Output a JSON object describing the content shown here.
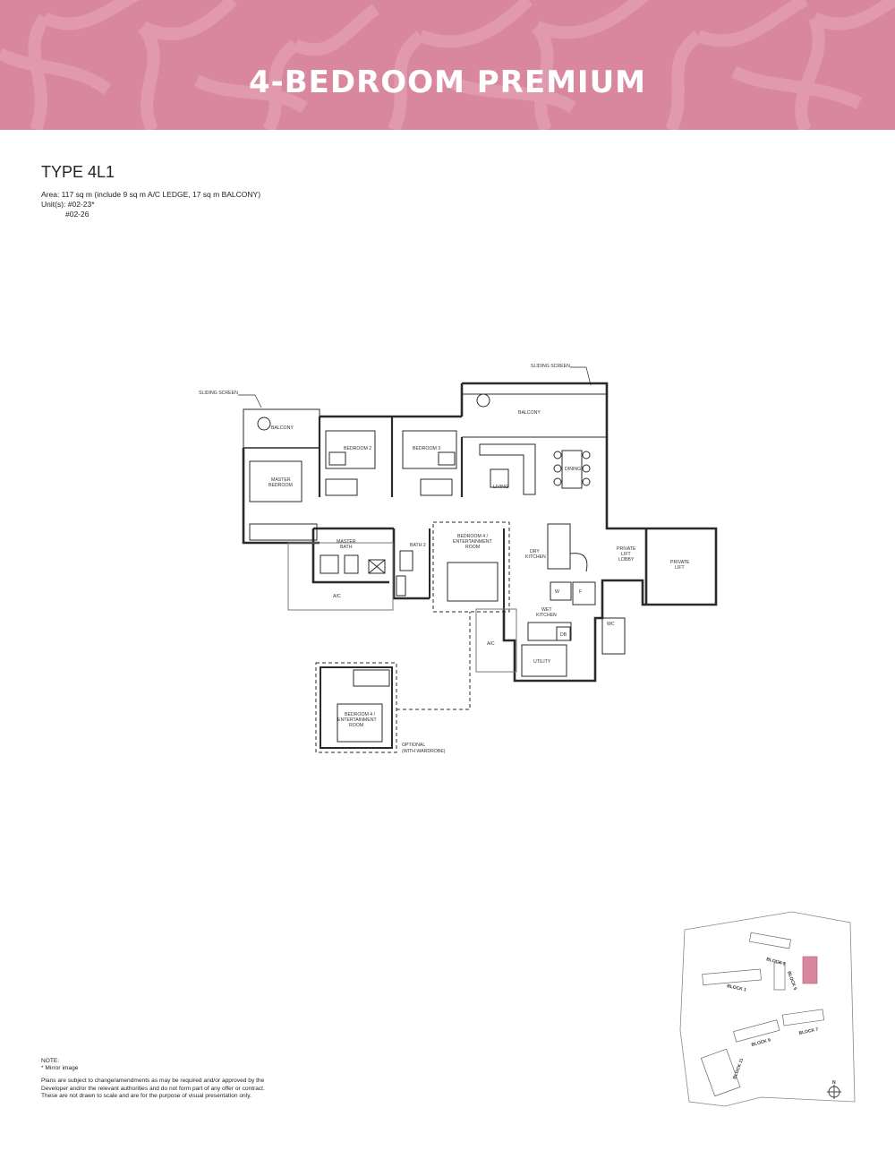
{
  "header": {
    "title": "4-BEDROOM PREMIUM",
    "colors": {
      "banner": "#d9879f",
      "highlight": "#d9879f"
    }
  },
  "unit": {
    "type": "TYPE 4L1",
    "area": "Area: 117 sq m (include 9 sq m A/C LEDGE, 17 sq m BALCONY)",
    "units_label": "Unit(s): #02-23*",
    "units_more": "#02-26"
  },
  "floorplan": {
    "sliding_screen_left": "SLIDING SCREEN",
    "sliding_screen_right": "SLIDING SCREEN",
    "balcony_left": "BALCONY",
    "balcony_right": "BALCONY",
    "master_bedroom_1": "MASTER",
    "master_bedroom_2": "BEDROOM",
    "bedroom2": "BEDROOM 2",
    "bedroom3": "BEDROOM 3",
    "living": "LIVING",
    "dining": "DINING",
    "master_bath_1": "MASTER",
    "master_bath_2": "BATH",
    "bath2": "BATH 2",
    "bedroom4_1": "BEDROOM 4 /",
    "bedroom4_2": "ENTERTAINMENT",
    "bedroom4_3": "ROOM",
    "dry_kitchen_1": "DRY",
    "dry_kitchen_2": "KITCHEN",
    "private_lift_lobby_1": "PRIVATE",
    "private_lift_lobby_2": "LIFT",
    "private_lift_lobby_3": "LOBBY",
    "private_lift_1": "PRIVATE",
    "private_lift_2": "LIFT",
    "ac_left": "A/C",
    "ac_right": "A/C",
    "wet_kitchen_1": "WET",
    "wet_kitchen_2": "KITCHEN",
    "washer": "W",
    "fridge": "F",
    "wc": "WC",
    "db": "DB",
    "utility": "UTILITY",
    "optional_1": "OPTIONAL",
    "optional_2": "(WITH WARDROBE)"
  },
  "keyplan": {
    "block1": "BLOCK 1",
    "block3": "BLOCK 3",
    "block5": "BLOCK 5",
    "block7": "BLOCK 7",
    "block9": "BLOCK 9",
    "block11": "BLOCK 11",
    "north": "N"
  },
  "notes": {
    "heading": "NOTE:",
    "mirror": "* Mirror image",
    "line1": "Plans are subject to change/amendments as may be required and/or approved by the",
    "line2": "Developer and/or the relevant authorities and do not form part of any offer or contract.",
    "line3": "These are not drawn to scale and are for the purpose of visual presentation only."
  }
}
